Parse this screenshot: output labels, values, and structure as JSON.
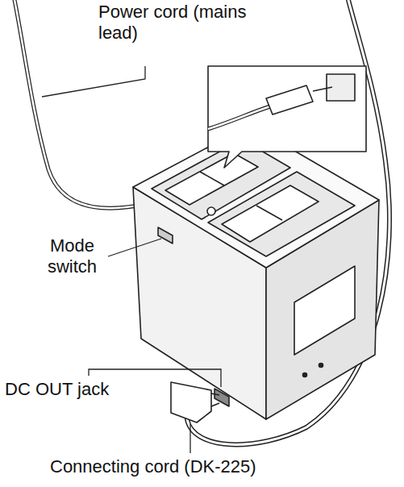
{
  "diagram": {
    "labels": [
      "Power cord (mains lead)",
      "Mode switch",
      "DC OUT jack",
      "Connecting cord (DK-225)"
    ]
  }
}
